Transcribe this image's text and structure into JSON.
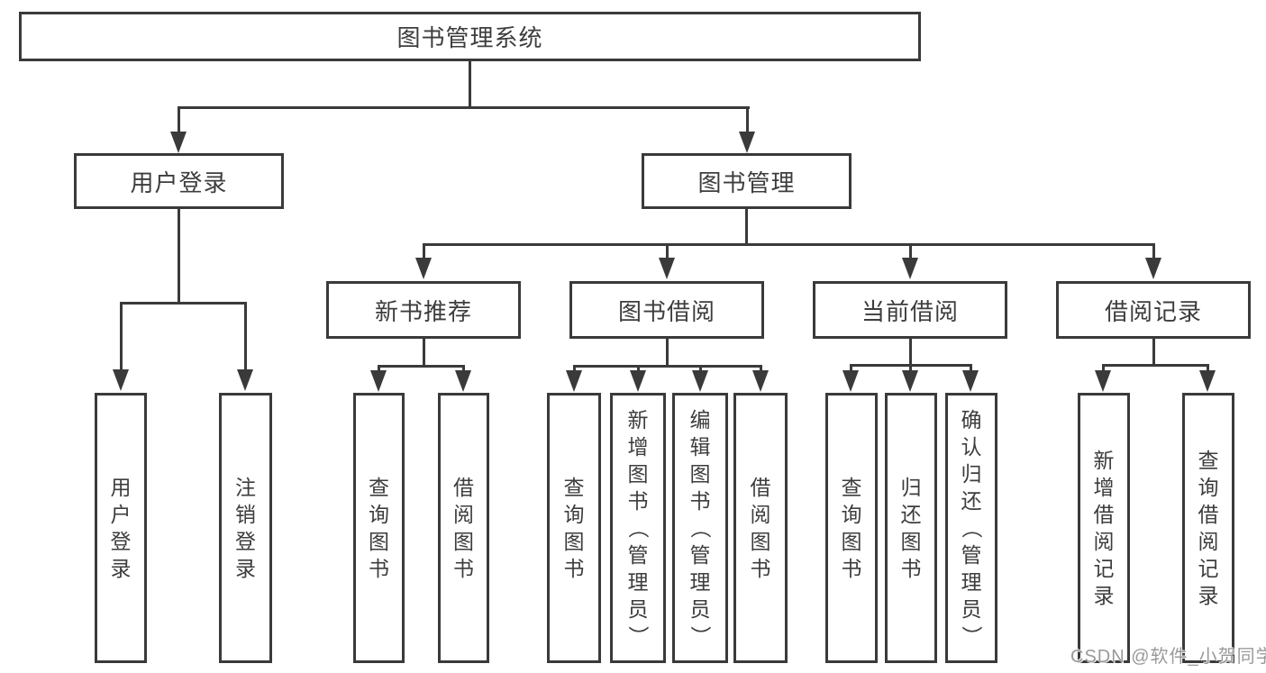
{
  "diagram": {
    "root": "图书管理系统",
    "level2": {
      "user_login": "用户登录",
      "book_management": "图书管理"
    },
    "level3": {
      "new_books": "新书推荐",
      "borrow": "图书借阅",
      "current": "当前借阅",
      "records": "借阅记录"
    },
    "leaves": {
      "user_login": [
        "用户登录",
        "注销登录"
      ],
      "new_books": [
        "查询图书",
        "借阅图书"
      ],
      "borrow": [
        "查询图书",
        "新增图书（管理员）",
        "编辑图书（管理员）",
        "借阅图书"
      ],
      "current": [
        "查询图书",
        "归还图书",
        "确认归还（管理员）"
      ],
      "records": [
        "新增借阅记录",
        "查询借阅记录"
      ]
    }
  },
  "watermark": "CSDN @软件_小贺同学",
  "colors": {
    "line": "#3a3a3a",
    "text": "#3d3d3d",
    "background": "#ffffff",
    "watermark": "#9a9a9a"
  }
}
